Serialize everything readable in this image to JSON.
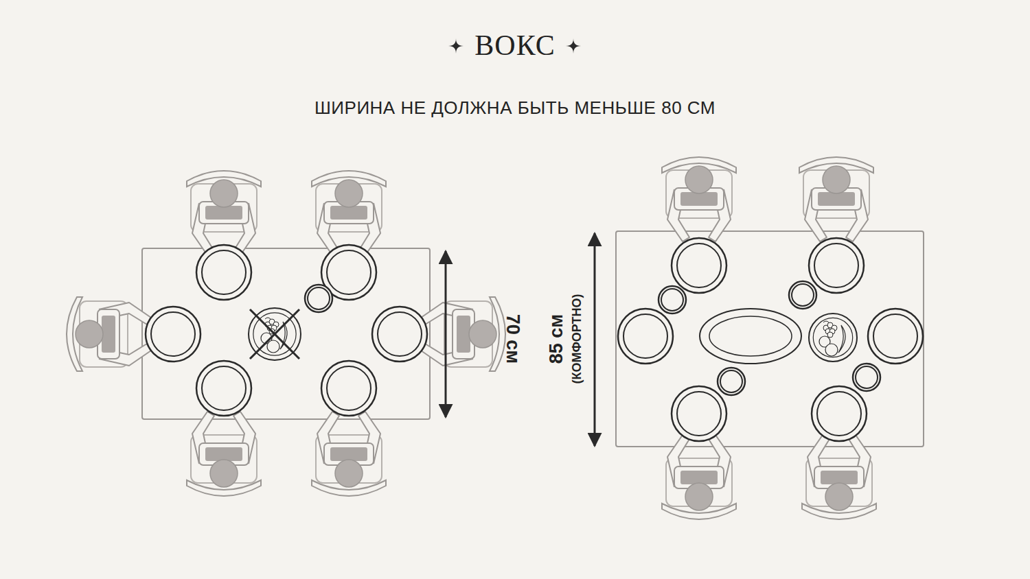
{
  "diagram": {
    "title": "ШИРИНА НЕ ДОЛЖНА БЫТЬ МЕНЬШЕ 80 СМ",
    "labels": [
      "ВОКС",
      "70 см",
      "85 см",
      "(КОМФОРТНО)"
    ]
  }
}
